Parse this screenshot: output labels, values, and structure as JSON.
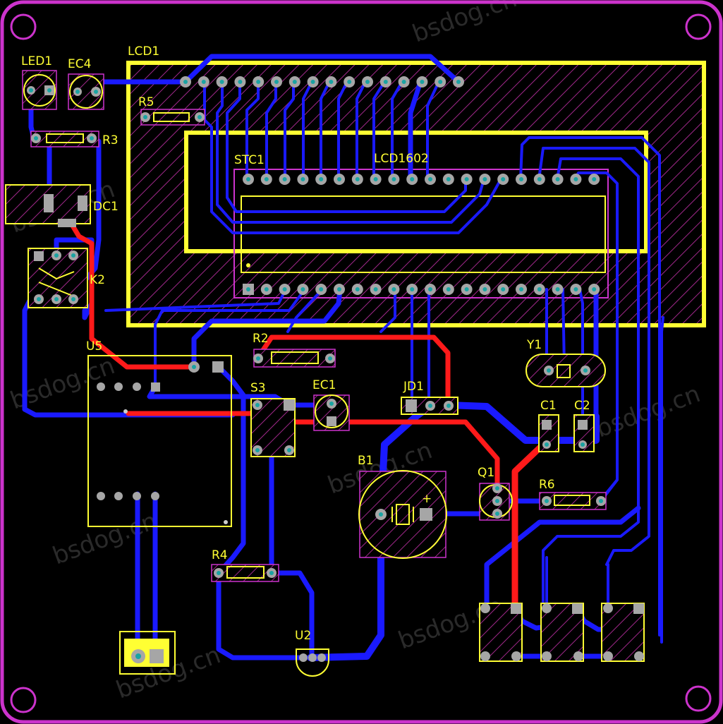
{
  "board": {
    "outline_color": "#cc33cc",
    "silkscreen_color": "#ffff33",
    "top_trace_color": "#1a1aff",
    "bottom_trace_color": "#ff1a1a",
    "pad_color": "#a6a6a6",
    "watermark": "bsdog.cn"
  },
  "components": {
    "led1": "LED1",
    "ec4": "EC4",
    "lcd1": "LCD1",
    "r5": "R5",
    "r3": "R3",
    "dc1": "DC1",
    "k2": "K2",
    "stc1": "STC1",
    "lcd1602": "LCD1602",
    "u5": "U5",
    "r2": "R2",
    "s3": "S3",
    "ec1": "EC1",
    "jd1": "JD1",
    "y1": "Y1",
    "c1": "C1",
    "c2": "C2",
    "b1": "B1",
    "b1_plus": "+",
    "q1": "Q1",
    "r6": "R6",
    "r4": "R4",
    "u2": "U2"
  }
}
